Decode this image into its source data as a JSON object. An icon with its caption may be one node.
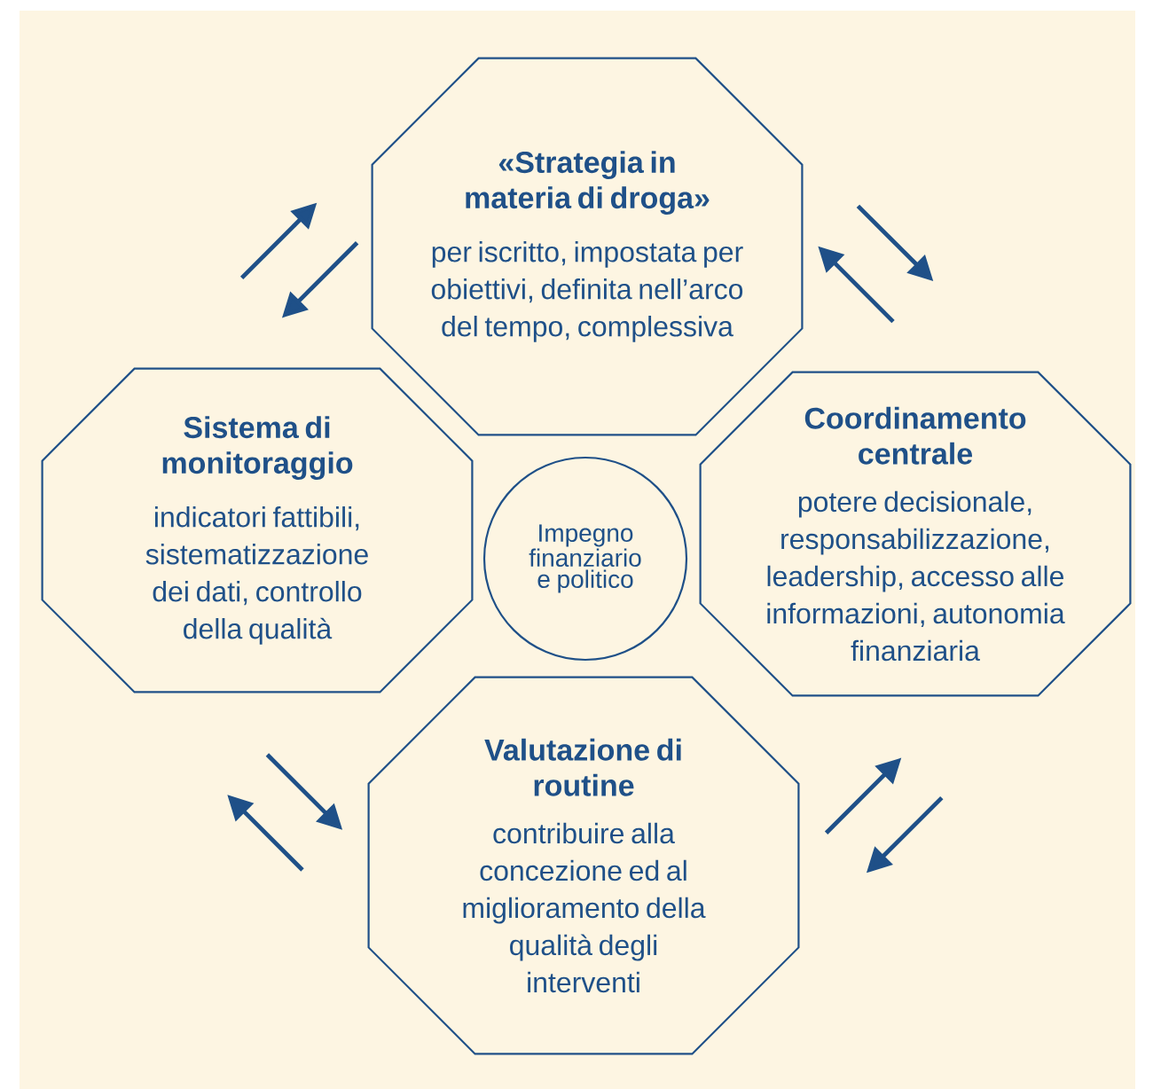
{
  "diagram": {
    "nodes": [
      {
        "text": [
          "«Strategia in materia di droga»",
          "per iscritto, impostata per obiettivi, definita nell’arco del tempo, complessiva"
        ]
      },
      {
        "text": [
          "Sistema di monitoraggio",
          "indicatori fattibili, sistematizzazione dei dati, controllo della qualità"
        ]
      },
      {
        "text": [
          "Coordinamento centrale",
          "potere decisionale, responsabilizzazione, leadership, accesso alle informazioni, autonomia finanziaria"
        ]
      },
      {
        "text": [
          "Impegno finanziario e politico"
        ]
      },
      {
        "text": [
          "Valutazione di routine",
          "contribuire alla concezione ed al miglioramento della qualità degli interventi"
        ]
      }
    ],
    "edges": [
      {
        "from": 1,
        "to": 0,
        "arrow": "to"
      },
      {
        "from": 0,
        "to": 1,
        "arrow": "to"
      },
      {
        "from": 2,
        "to": 0,
        "arrow": "to"
      },
      {
        "from": 0,
        "to": 2,
        "arrow": "to"
      },
      {
        "from": 4,
        "to": 1,
        "arrow": "to"
      },
      {
        "from": 1,
        "to": 4,
        "arrow": "to"
      },
      {
        "from": 4,
        "to": 2,
        "arrow": "to"
      },
      {
        "from": 2,
        "to": 4,
        "arrow": "to"
      }
    ]
  }
}
